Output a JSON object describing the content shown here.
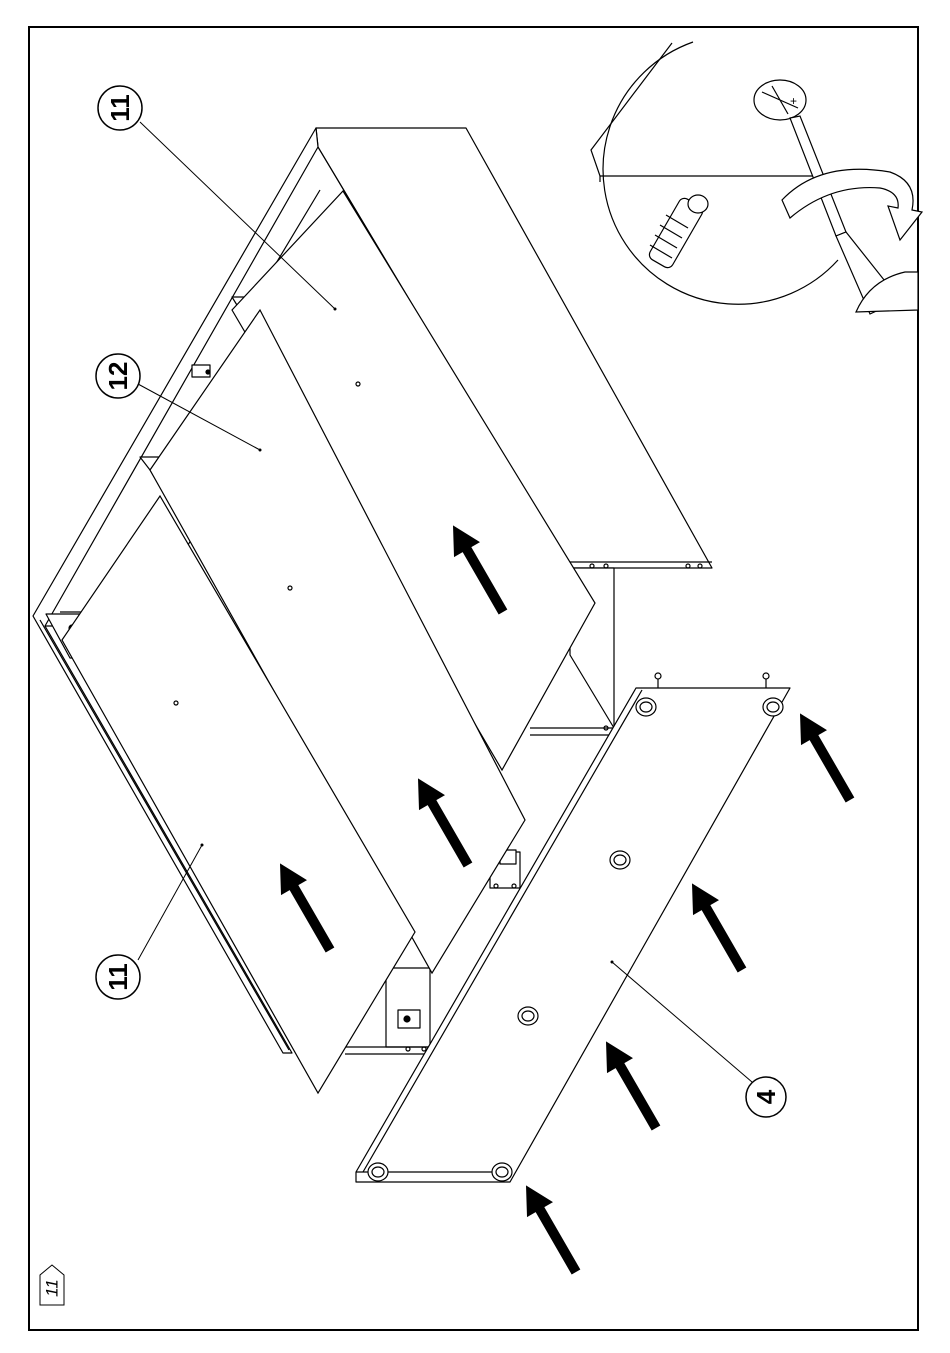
{
  "step_number": "11",
  "callouts": {
    "top_panel": "11",
    "middle_panel": "12",
    "bottom_panel": "11",
    "front_panel": "4"
  },
  "detail_icons": [
    "screw-icon",
    "screwdriver-icon",
    "rotation-arrow-icon",
    "dowel-icon"
  ],
  "colors": {
    "line": "#000000",
    "paper": "#ffffff"
  }
}
